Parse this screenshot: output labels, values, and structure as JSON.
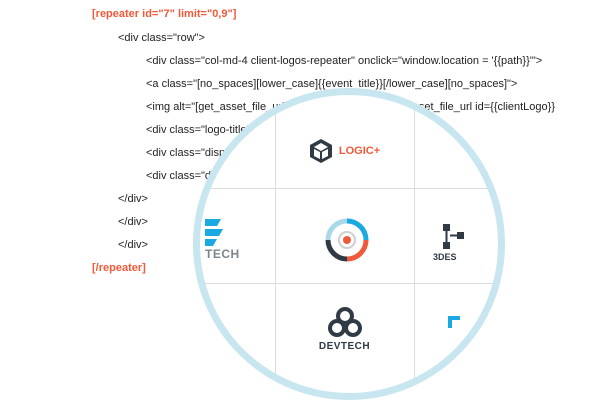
{
  "code": {
    "lines": [
      "[repeater id=\"7\" limit=\"0,9\"]",
      "<div class=\"row\">",
      "<div class=\"col-md-4 client-logos-repeater\" onclick=\"window.location = '{{path}}'\">",
      "<a class=\"[no_spaces][lower_case]{{event_title}}[/lower_case][no_spaces]\">",
      "<img alt=\"[get_asset_file_url id={{c",
      "<div class=\"logo-title\">",
      "<div class=\"displayT",
      "<div class=\"disp",
      "</div>",
      "</div>",
      "</div>",
      "[/repeater]"
    ],
    "img_tail": "et_asset_file_url id={{clientLogo}}"
  },
  "logos": {
    "logic": "LOGIC+",
    "tech": "TECH",
    "threed": "3DES",
    "devtech": "DEVTECH"
  },
  "colors": {
    "accent": "#f05a3a",
    "ring": "#c7e6f0",
    "logo_blue": "#1aa9e0",
    "logo_dark": "#2f3a45"
  }
}
